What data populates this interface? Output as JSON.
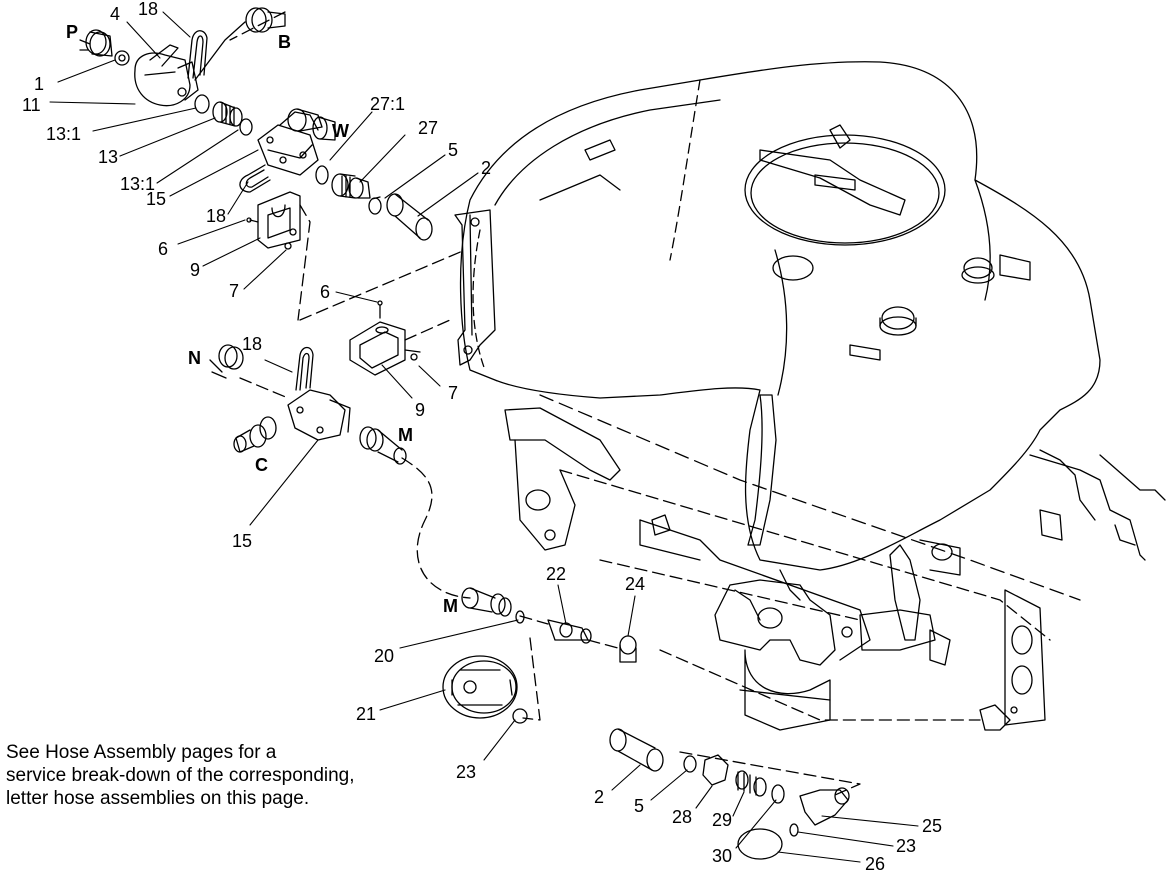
{
  "callouts": {
    "c1": "1",
    "c4": "4",
    "c18a": "18",
    "c11": "11",
    "c13_1a": "13:1",
    "c13": "13",
    "c13_1b": "13:1",
    "c15a": "15",
    "c18b": "18",
    "c6a": "6",
    "c9a": "9",
    "c7a": "7",
    "c27_1": "27:1",
    "c27": "27",
    "c5a": "5",
    "c2a": "2",
    "c6b": "6",
    "c18c": "18",
    "c9b": "9",
    "c7b": "7",
    "c15b": "15",
    "c22": "22",
    "c24": "24",
    "c20": "20",
    "c21": "21",
    "c23a": "23",
    "c2b": "2",
    "c5b": "5",
    "c28": "28",
    "c29": "29",
    "c30": "30",
    "c25": "25",
    "c23b": "23",
    "c26": "26"
  },
  "hose_letters": {
    "P": "P",
    "B": "B",
    "W": "W",
    "N": "N",
    "C": "C",
    "M1": "M",
    "M2": "M"
  },
  "note_lines": [
    "See Hose Assembly pages for a",
    "service break-down of the corresponding,",
    "letter hose assemblies on this page."
  ]
}
